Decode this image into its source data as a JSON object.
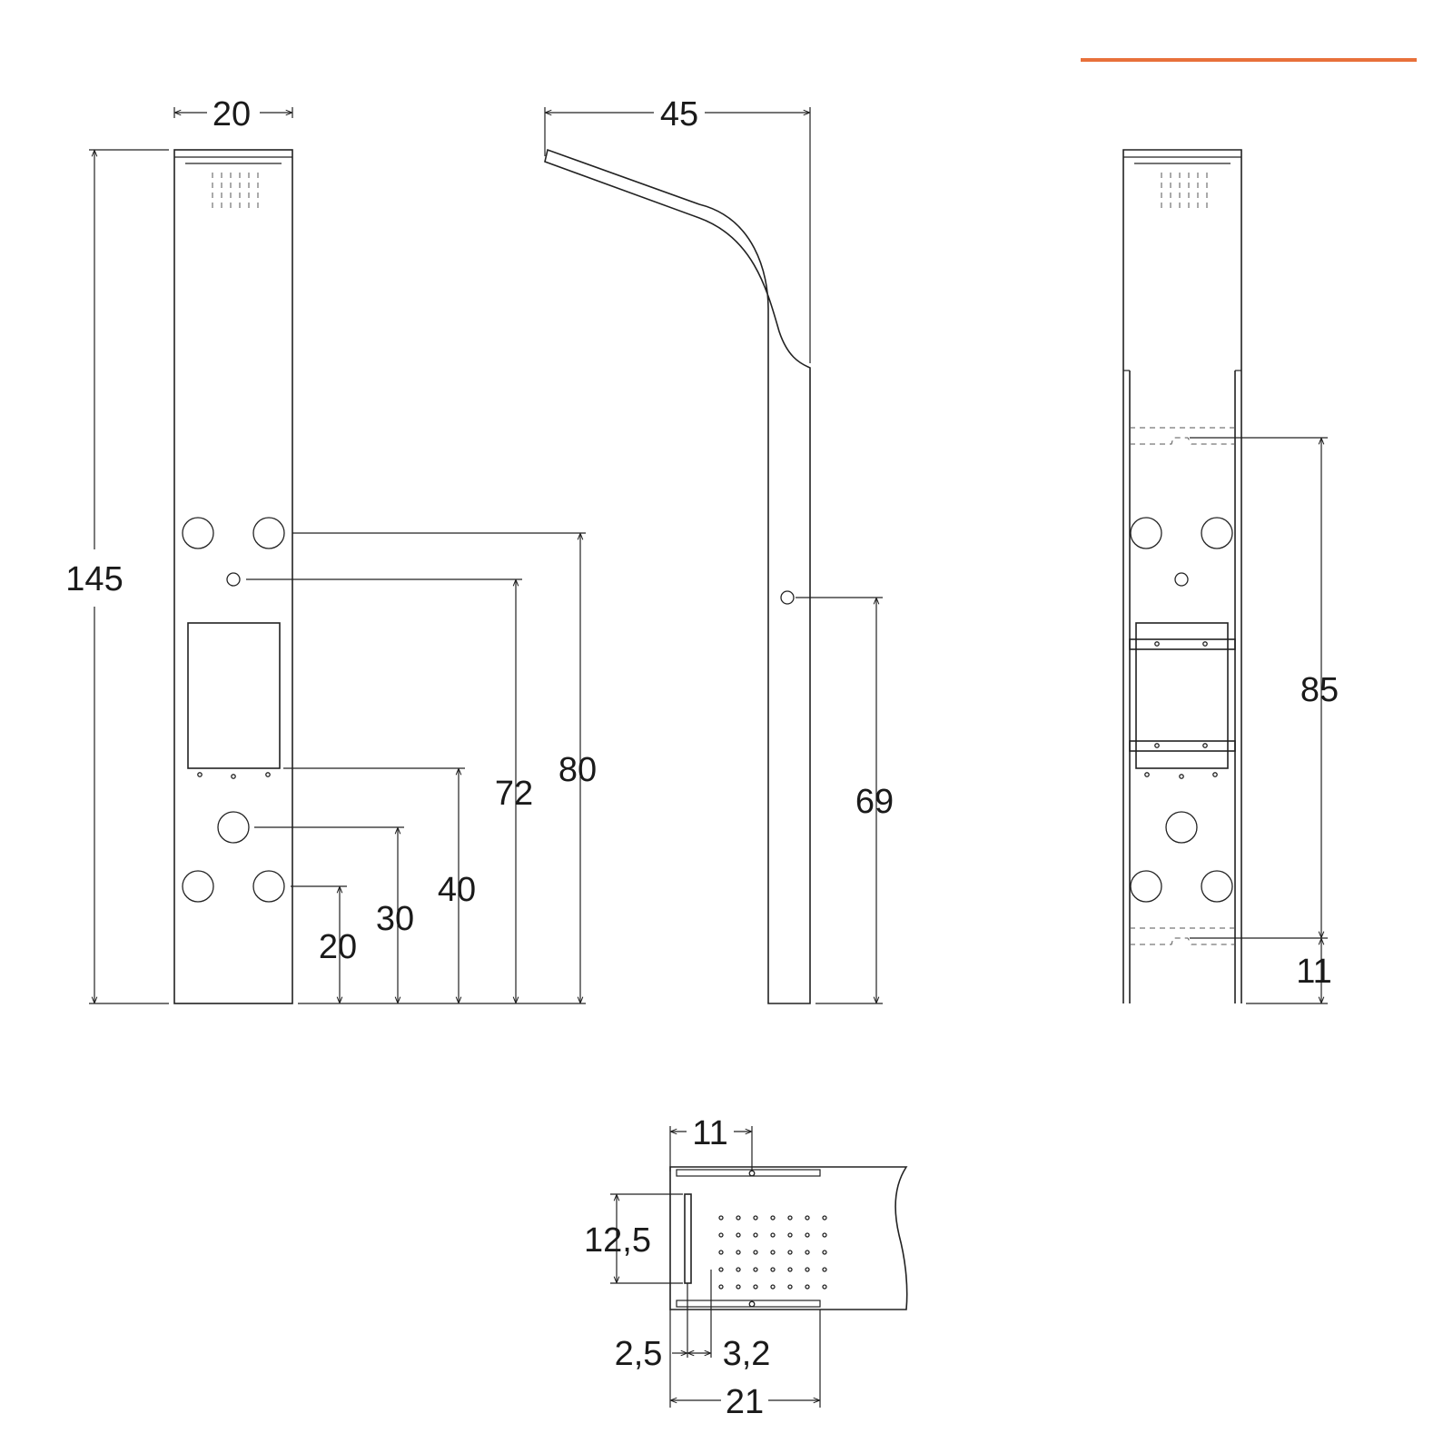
{
  "accent_color": "#E8703A",
  "dimensions": {
    "front_width": "20",
    "front_height": "145",
    "d_upper_jets": "80",
    "d_diverter": "72",
    "d_panel_bottom": "40",
    "d_middle_jet": "30",
    "d_lower_jets": "20",
    "side_depth": "45",
    "side_outlet": "69",
    "back_mount_spacing": "85",
    "back_mount_bottom": "11",
    "top_depth": "11",
    "top_waterfall": "12,5",
    "top_offset_a": "2,5",
    "top_offset_b": "3,2",
    "top_width": "21"
  }
}
